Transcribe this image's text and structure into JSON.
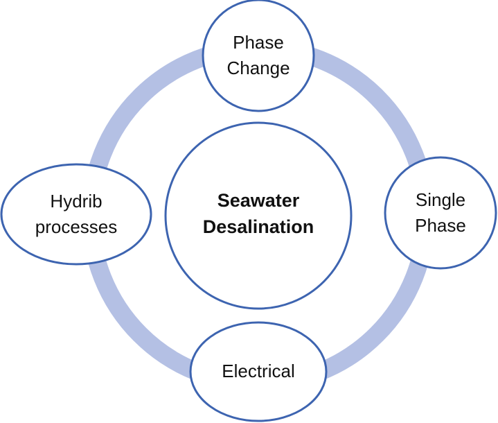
{
  "diagram": {
    "center": {
      "line1": "Seawater",
      "line2": "Desalination"
    },
    "nodes": {
      "top": {
        "line1": "Phase",
        "line2": "Change"
      },
      "right": {
        "line1": "Single",
        "line2": "Phase"
      },
      "bottom": {
        "line1": "Electrical"
      },
      "left": {
        "line1": "Hydrib",
        "line2": "processes"
      }
    }
  },
  "colors": {
    "ring": "#b4c0e4",
    "node_stroke": "#3d64b0",
    "node_fill": "#ffffff",
    "text": "#111111"
  }
}
